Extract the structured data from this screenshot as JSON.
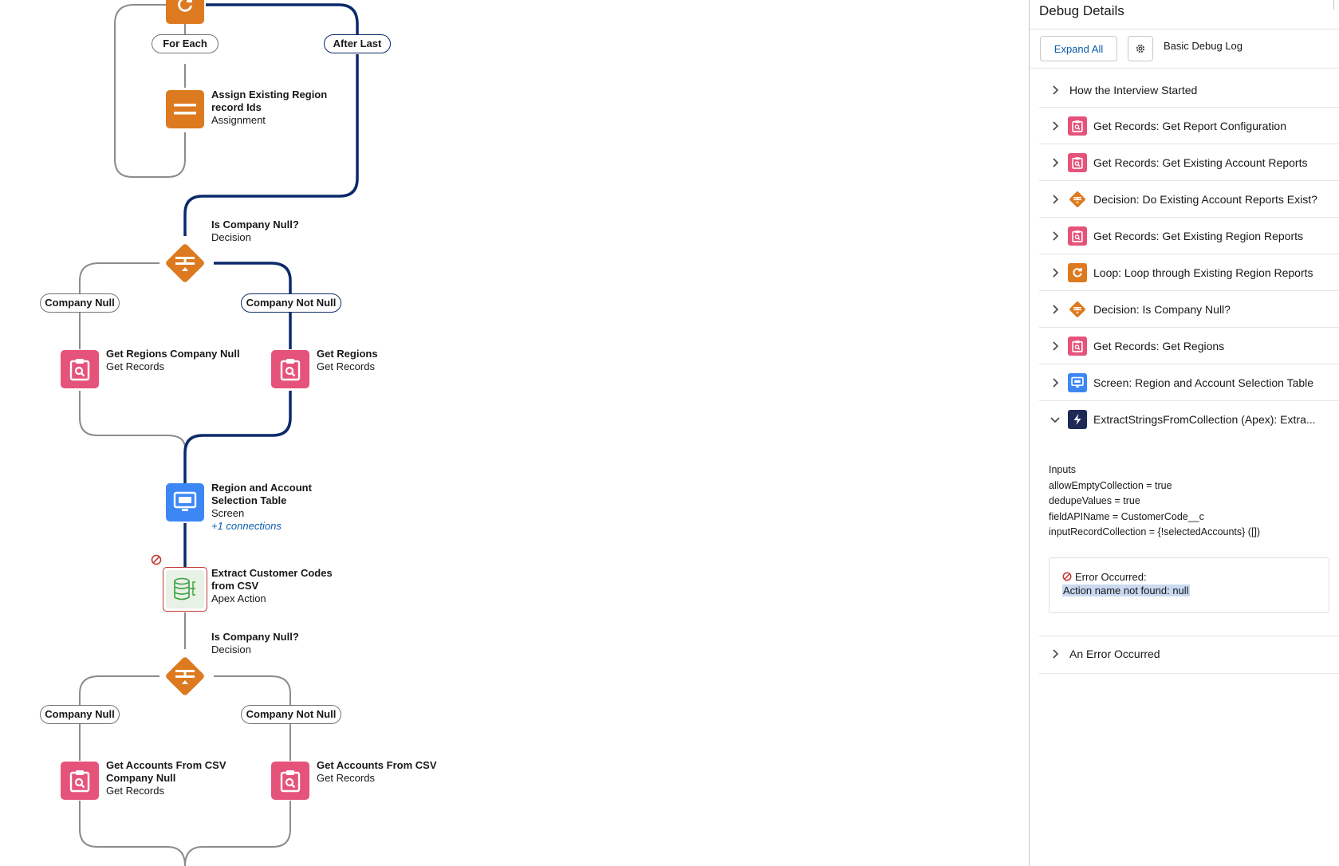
{
  "canvas": {
    "loop": {
      "for_each": "For Each",
      "after_last": "After Last"
    },
    "assign_node": {
      "title_line1": "Assign Existing Region",
      "title_line2": "record Ids",
      "subtitle": "Assignment"
    },
    "decision1": {
      "title": "Is Company Null?",
      "subtitle": "Decision",
      "left_branch": "Company Null",
      "right_branch": "Company Not Null"
    },
    "get_regions_null": {
      "title": "Get Regions Company Null",
      "subtitle": "Get Records"
    },
    "get_regions": {
      "title": "Get Regions",
      "subtitle": "Get Records"
    },
    "screen_node": {
      "title_line1": "Region and Account",
      "title_line2": "Selection Table",
      "subtitle": "Screen",
      "connections": "+1 connections"
    },
    "apex_node": {
      "title_line1": "Extract Customer Codes",
      "title_line2": "from CSV",
      "subtitle": "Apex Action"
    },
    "decision2": {
      "title": "Is Company Null?",
      "subtitle": "Decision",
      "left_branch": "Company Null",
      "right_branch": "Company Not Null"
    },
    "get_accounts_null": {
      "title_line1": "Get Accounts From CSV",
      "title_line2": "Company Null",
      "subtitle": "Get Records"
    },
    "get_accounts": {
      "title": "Get Accounts From CSV",
      "subtitle": "Get Records"
    },
    "colors": {
      "active_path": "#0b2a6b",
      "inactive_path": "#8c8c8c",
      "get_records": "#e5537a",
      "decision": "#dd7a1f",
      "screen": "#3d87f5",
      "apex": "#1e2a55"
    }
  },
  "panel": {
    "title": "Debug Details",
    "expand_all": "Expand All",
    "log_label": "Basic Debug Log",
    "rows": [
      {
        "label": "How the Interview Started",
        "icon": ""
      },
      {
        "label": "Get Records: Get Report Configuration",
        "icon": "get-records-icon"
      },
      {
        "label": "Get Records: Get Existing Account Reports",
        "icon": "get-records-icon"
      },
      {
        "label": "Decision: Do Existing Account Reports Exist?",
        "icon": "decision-icon"
      },
      {
        "label": "Get Records: Get Existing Region Reports",
        "icon": "get-records-icon"
      },
      {
        "label": "Loop: Loop through Existing Region Reports",
        "icon": "loop-icon"
      },
      {
        "label": "Decision: Is Company Null?",
        "icon": "decision-icon"
      },
      {
        "label": "Get Records: Get Regions",
        "icon": "get-records-icon"
      },
      {
        "label": "Screen: Region and Account Selection Table",
        "icon": "screen-icon"
      },
      {
        "label": "ExtractStringsFromCollection (Apex): Extra...",
        "icon": "apex-icon"
      }
    ],
    "inputs_heading": "Inputs",
    "inputs": [
      "allowEmptyCollection = true",
      "dedupeValues = true",
      "fieldAPIName = CustomerCode__c",
      "inputRecordCollection = {!selectedAccounts} ([])"
    ],
    "error_title": "Error Occurred:",
    "error_message": "Action name not found: null",
    "last_row": "An Error Occurred"
  }
}
